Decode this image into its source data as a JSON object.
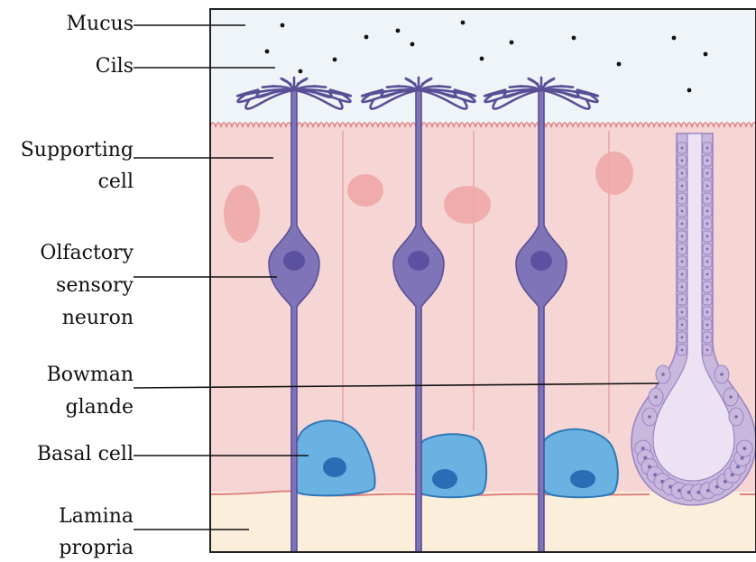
{
  "labels": {
    "mucus": "Mucus",
    "cils": "Cils",
    "supporting_1": "Supporting",
    "supporting_2": "cell",
    "olfactory_1": "Olfactory",
    "olfactory_2": "sensory",
    "olfactory_3": "neuron",
    "bowman_1": "Bowman",
    "bowman_2": "glande",
    "basal": "Basal cell",
    "lamina_1": "Lamina",
    "lamina_2": "propria"
  },
  "colors": {
    "mucus": "#eef4f8",
    "epithelium": "#f6d5d5",
    "epithelium_edge": "#e08080",
    "lamina": "#fbefdc",
    "neuron": "#7f74b8",
    "neuron_dark": "#5a4f96",
    "nucleus": "#5c51a0",
    "basal_cell": "#6ab2e2",
    "basal_edge": "#2f78b8",
    "basal_nucleus": "#2a6db5",
    "gland": "#c9b8de",
    "gland_edge": "#9a84c0",
    "gland_lumen": "#ebe3f4",
    "blob": "#efa6a6"
  }
}
